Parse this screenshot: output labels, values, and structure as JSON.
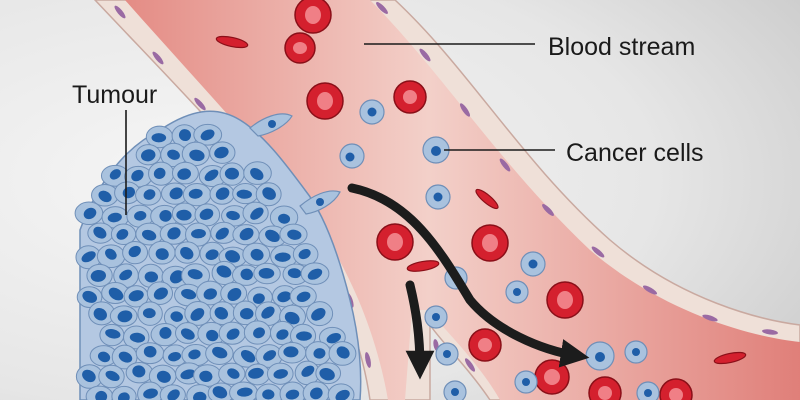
{
  "labels": {
    "blood_stream": "Blood stream",
    "cancer_cells": "Cancer cells",
    "tumour": "Tumour"
  },
  "colors": {
    "background_light": "#f4f4f4",
    "background_dark": "#c9c9c9",
    "vessel_inner": "#f1c7c0",
    "vessel_outer": "#df7e78",
    "vessel_wall": "#f3e3dc",
    "wall_nucleus": "#9a6aa3",
    "red_cell": "#d4202e",
    "red_cell_center": "#b0121e",
    "cancer_cell": "#a9c2de",
    "cancer_cell_stroke": "#6f8fb8",
    "cancer_nucleus": "#1f5ea8",
    "arrow": "#1c1c1c",
    "text": "#1a1a1a"
  }
}
